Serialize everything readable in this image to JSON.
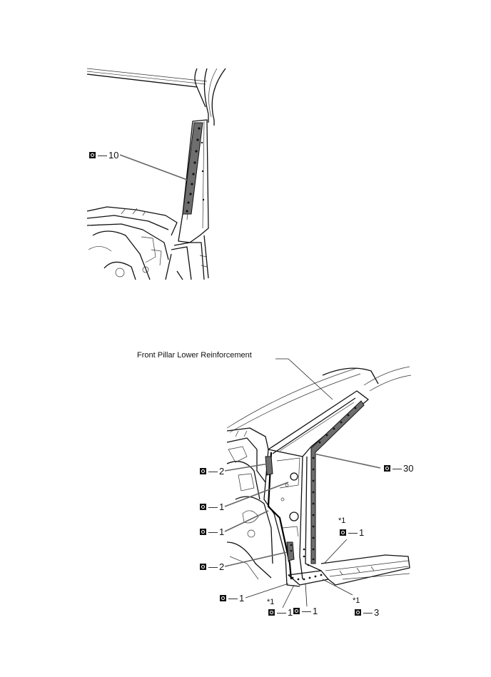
{
  "top_view": {
    "callout_10": {
      "icon": "spot-weld-icon",
      "count": "10"
    }
  },
  "bottom_view": {
    "part_name": "Front Pillar Lower Reinforcement",
    "callouts": [
      {
        "id": "c30",
        "count": "30",
        "note": ""
      },
      {
        "id": "c2a",
        "count": "2",
        "note": ""
      },
      {
        "id": "c1a",
        "count": "1",
        "note": ""
      },
      {
        "id": "c1b",
        "count": "1",
        "note": ""
      },
      {
        "id": "c1c",
        "count": "1",
        "note": "*1"
      },
      {
        "id": "c2b",
        "count": "2",
        "note": ""
      },
      {
        "id": "c1d",
        "count": "1",
        "note": ""
      },
      {
        "id": "c1e",
        "count": "1",
        "note": "*1"
      },
      {
        "id": "c1f",
        "count": "1",
        "note": ""
      },
      {
        "id": "c3",
        "count": "3",
        "note": "*1"
      }
    ]
  },
  "dash": "—"
}
